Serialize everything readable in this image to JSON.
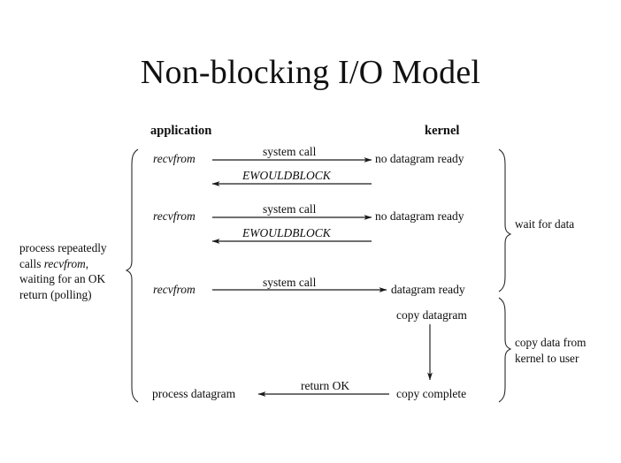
{
  "title": "Non-blocking I/O Model",
  "columns": {
    "left_header": "application",
    "right_header": "kernel"
  },
  "rows": [
    {
      "id": "row1-call",
      "left_label": "recvfrom",
      "arrow_label": "system call",
      "right_label": "no datagram ready",
      "direction": "right"
    },
    {
      "id": "row1-return",
      "left_label": "",
      "arrow_label": "EWOULDBLOCK",
      "right_label": "",
      "direction": "left"
    },
    {
      "id": "row2-call",
      "left_label": "recvfrom",
      "arrow_label": "system call",
      "right_label": "no datagram ready",
      "direction": "right"
    },
    {
      "id": "row2-return",
      "left_label": "",
      "arrow_label": "EWOULDBLOCK",
      "right_label": "",
      "direction": "left"
    },
    {
      "id": "row3-call",
      "left_label": "recvfrom",
      "arrow_label": "system call",
      "right_label": "datagram ready",
      "direction": "right"
    },
    {
      "id": "row4-copy",
      "left_label": "",
      "arrow_label": "copy datagram",
      "right_label": "",
      "direction": "down"
    },
    {
      "id": "row5-complete",
      "left_label": "process datagram",
      "arrow_label": "return OK",
      "right_label": "copy complete",
      "direction": "left"
    }
  ],
  "annotations": {
    "left_note_line1": "process repeatedly",
    "left_note_line2_prefix": "calls ",
    "left_note_line2_italic": "recvfrom",
    "left_note_line2_suffix": ",",
    "left_note_line3": "waiting for an OK",
    "left_note_line4": "return (polling)",
    "right_note_wait": "wait for data",
    "right_note_copy_line1": "copy data from",
    "right_note_copy_line2": "kernel to user"
  },
  "colors": {
    "background": "#ffffff",
    "ink": "#111111",
    "line": "#1a1a1a"
  }
}
